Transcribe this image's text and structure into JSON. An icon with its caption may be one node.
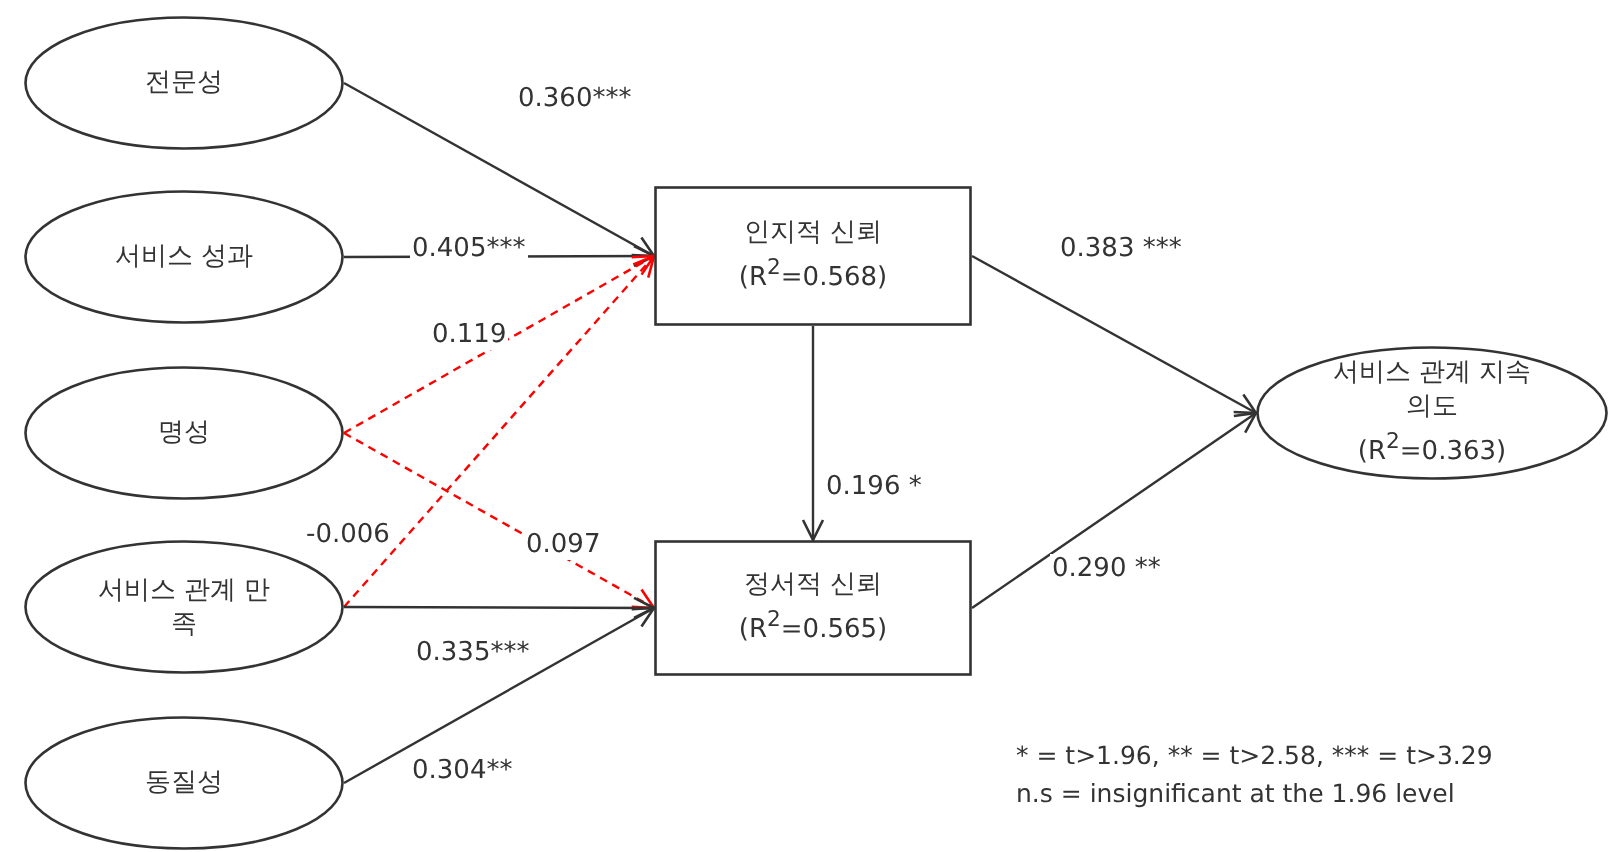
{
  "diagram": {
    "nodes": [
      {
        "text": [
          "전문성"
        ]
      },
      {
        "text": [
          "서비스 성과"
        ]
      },
      {
        "text": [
          "명성"
        ]
      },
      {
        "text": [
          "서비스 관계 만족"
        ]
      },
      {
        "text": [
          "동질성"
        ]
      },
      {
        "text": [
          "인지적 신뢰",
          "(R$^{2}$=0.568)"
        ]
      },
      {
        "text": [
          "정서적 신뢰",
          "(R$^{2}$=0.565)"
        ]
      },
      {
        "text": [
          "서비스 관계 지속의도",
          "(R$^{2}$=0.363)"
        ]
      }
    ],
    "edges": [
      {
        "from": 0,
        "to": 5,
        "arrow": "to",
        "label": "0.360***"
      },
      {
        "from": 1,
        "to": 5,
        "arrow": "to",
        "label": "0.405***"
      },
      {
        "from": 2,
        "to": 5,
        "arrow": "to",
        "label": "0.119",
        "style": "dashed",
        "color": "#ff0000"
      },
      {
        "from": 2,
        "to": 6,
        "arrow": "to",
        "label": "0.097",
        "style": "dashed",
        "color": "#ff0000"
      },
      {
        "from": 3,
        "to": 5,
        "arrow": "to",
        "label": "-0.006",
        "style": "dashed",
        "color": "#ff0000"
      },
      {
        "from": 3,
        "to": 6,
        "arrow": "to",
        "label": "0.335***"
      },
      {
        "from": 4,
        "to": 6,
        "arrow": "to",
        "label": "0.304**"
      },
      {
        "from": 5,
        "to": 6,
        "arrow": "to",
        "label": "0.196 *"
      },
      {
        "from": 5,
        "to": 7,
        "arrow": "to",
        "label": "0.383 ***"
      },
      {
        "from": 6,
        "to": 7,
        "arrow": "to",
        "label": "0.290 **"
      }
    ],
    "labels": [
      "* = t>1.96, ** = t>2.58, *** = t>3.29",
      "n.s = insignificant at the 1.96 level"
    ]
  }
}
